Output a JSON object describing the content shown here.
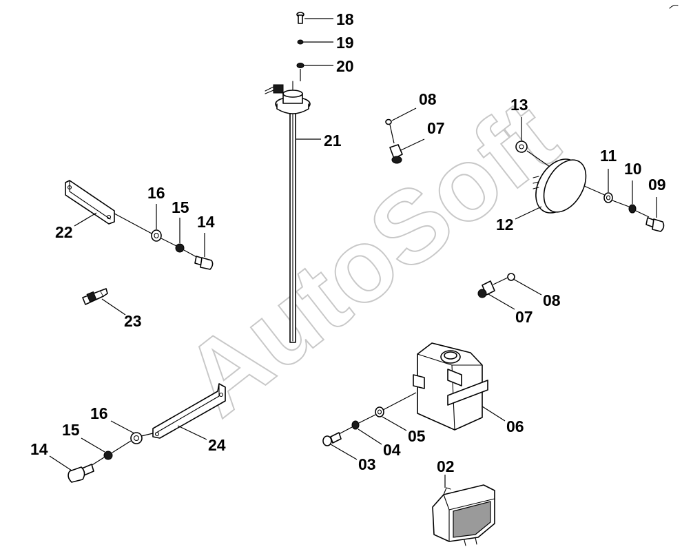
{
  "watermark": {
    "text": "AutoSoft"
  },
  "callouts": {
    "p02": "02",
    "p03": "03",
    "p04": "04",
    "p05": "05",
    "p06": "06",
    "p07a": "07",
    "p07b": "07",
    "p08a": "08",
    "p08b": "08",
    "p09": "09",
    "p10": "10",
    "p11": "11",
    "p12": "12",
    "p13": "13",
    "p14a": "14",
    "p14b": "14",
    "p15a": "15",
    "p15b": "15",
    "p16a": "16",
    "p16b": "16",
    "p18": "18",
    "p19": "19",
    "p20": "20",
    "p21": "21",
    "p22": "22",
    "p23": "23",
    "p24": "24"
  }
}
